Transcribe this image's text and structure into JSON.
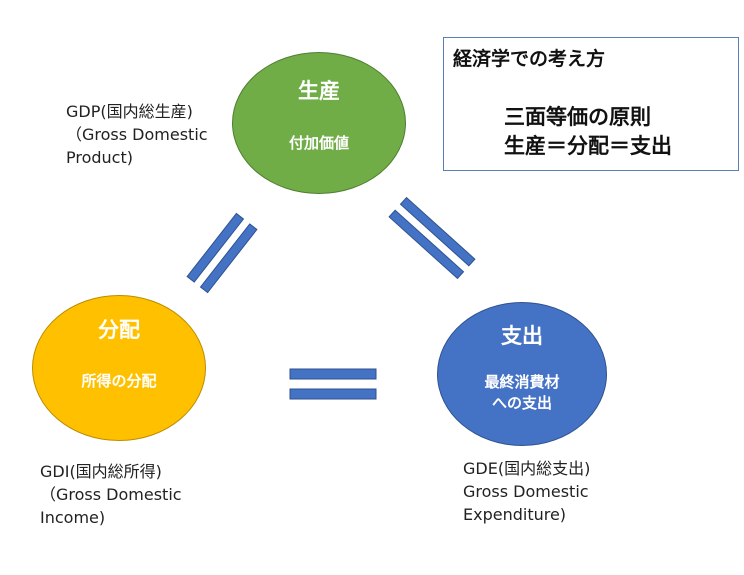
{
  "colors": {
    "production_fill": "#70AD47",
    "production_border": "#507E32",
    "distribution_fill": "#FFC000",
    "distribution_border": "#BC8C00",
    "expenditure_fill": "#4472C4",
    "expenditure_border": "#2F528F",
    "equals_fill": "#4472C4",
    "equals_stroke": "#2F528F",
    "box_border": "#5A7FB5"
  },
  "nodes": {
    "production": {
      "title": "生産",
      "subtitle": "付加価値",
      "label": "GDP(国内総生産)\n（Gross Domestic\nProduct)"
    },
    "distribution": {
      "title": "分配",
      "subtitle": "所得の分配",
      "label": "GDI(国内総所得)\n（Gross Domestic\nIncome)"
    },
    "expenditure": {
      "title": "支出",
      "subtitle": "最終消費材\nへの支出",
      "label": "GDE(国内総支出)\nGross Domestic\nExpenditure)"
    }
  },
  "principle": {
    "heading": "経済学での考え方",
    "line1": "三面等価の原則",
    "line2": "生産＝分配＝支出"
  },
  "icons": {
    "left_link": "equals-sign-icon",
    "right_link": "equals-sign-icon",
    "bottom_link": "equals-sign-icon"
  }
}
